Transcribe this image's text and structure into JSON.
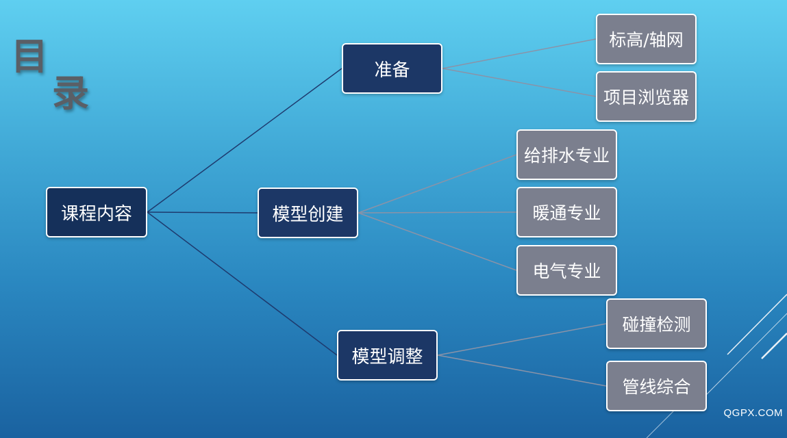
{
  "title": {
    "char1": "目",
    "char2": "录"
  },
  "diagram": {
    "root": "课程内容",
    "branches": [
      {
        "label": "准备",
        "children": [
          "标高/轴网",
          "项目浏览器"
        ]
      },
      {
        "label": "模型创建",
        "children": [
          "给排水专业",
          "暖通专业",
          "电气专业"
        ]
      },
      {
        "label": "模型调整",
        "children": [
          "碰撞检测",
          "管线综合"
        ]
      }
    ]
  },
  "watermark": "QGPX.COM",
  "colors": {
    "root_fill": "#15305a",
    "branch_fill": "#1c3766",
    "leaf_fill": "#7b7f8e",
    "branch_line": "#1e3a6e",
    "leaf_line": "#8a93a8"
  }
}
